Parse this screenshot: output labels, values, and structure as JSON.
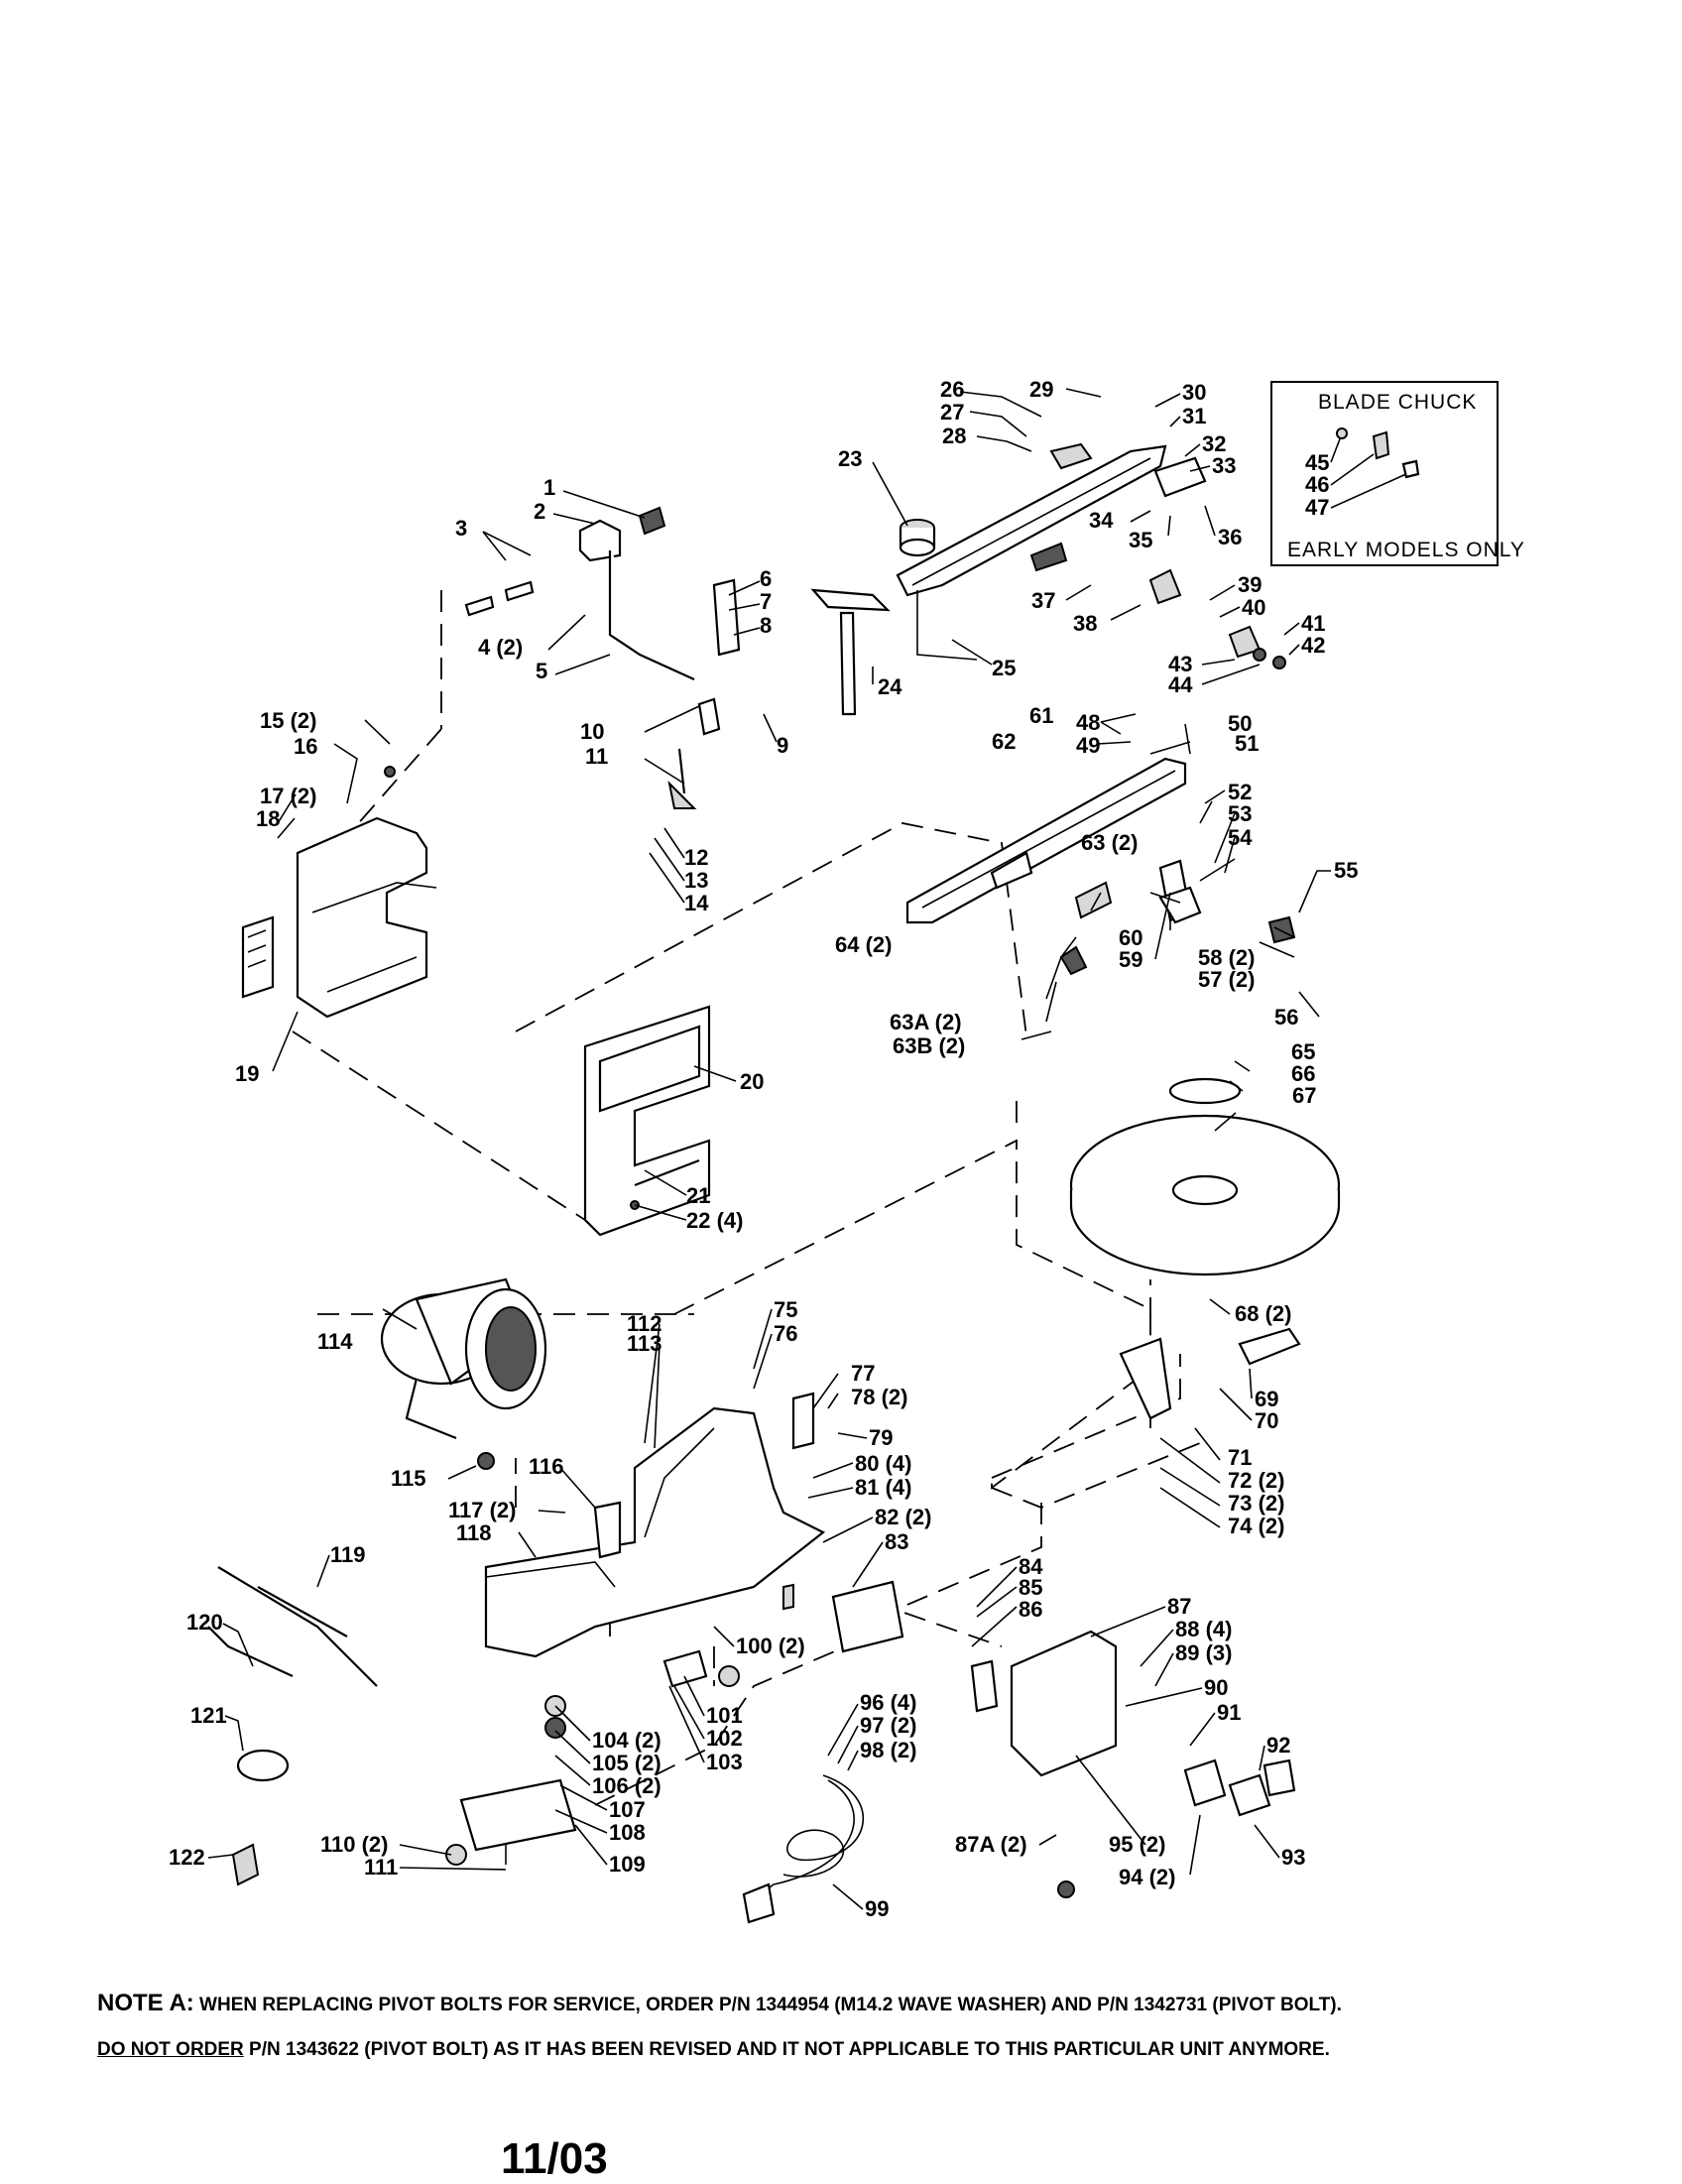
{
  "blade_chuck_box": {
    "title": "BLADE CHUCK",
    "footer": "EARLY MODELS ONLY",
    "parts": [
      "45",
      "46",
      "47"
    ]
  },
  "callouts": [
    "1",
    "2",
    "3",
    "4 (2)",
    "5",
    "6",
    "7",
    "8",
    "9",
    "10",
    "11",
    "12",
    "13",
    "14",
    "15 (2)",
    "16",
    "17 (2)",
    "18",
    "19",
    "20",
    "21",
    "22 (4)",
    "23",
    "24",
    "25",
    "26",
    "27",
    "28",
    "29",
    "30",
    "31",
    "32",
    "33",
    "34",
    "35",
    "36",
    "37",
    "38",
    "39",
    "40",
    "41",
    "42",
    "43",
    "44",
    "48",
    "49",
    "50",
    "51",
    "52",
    "53",
    "54",
    "55",
    "56",
    "57 (2)",
    "58 (2)",
    "59",
    "60",
    "61",
    "62",
    "63 (2)",
    "63A (2)",
    "63B (2)",
    "64 (2)",
    "65",
    "66",
    "67",
    "68 (2)",
    "69",
    "70",
    "71",
    "72 (2)",
    "73 (2)",
    "74 (2)",
    "75",
    "76",
    "77",
    "78 (2)",
    "79",
    "80 (4)",
    "81 (4)",
    "82 (2)",
    "83",
    "84",
    "85",
    "86",
    "87",
    "87A (2)",
    "88 (4)",
    "89 (3)",
    "90",
    "91",
    "92",
    "93",
    "94 (2)",
    "95 (2)",
    "96 (4)",
    "97 (2)",
    "98 (2)",
    "99",
    "100 (2)",
    "101",
    "102",
    "103",
    "104 (2)",
    "105 (2)",
    "106 (2)",
    "107",
    "108",
    "109",
    "110 (2)",
    "111",
    "112",
    "113",
    "114",
    "115",
    "116",
    "117 (2)",
    "118",
    "119",
    "120",
    "121",
    "122"
  ],
  "notes": {
    "note_a_label": "NOTE A:",
    "note_a_text": " WHEN REPLACING PIVOT BOLTS FOR SERVICE, ORDER P/N 1344954 (M14.2 WAVE WASHER) AND P/N 1342731 (PIVOT BOLT).",
    "note_b_underlined": "DO NOT ORDER",
    "note_b_text": " P/N 1343622 (PIVOT BOLT) AS IT HAS BEEN REVISED AND IT NOT APPLICABLE TO THIS PARTICULAR UNIT ANYMORE."
  },
  "date_code": "11/03"
}
